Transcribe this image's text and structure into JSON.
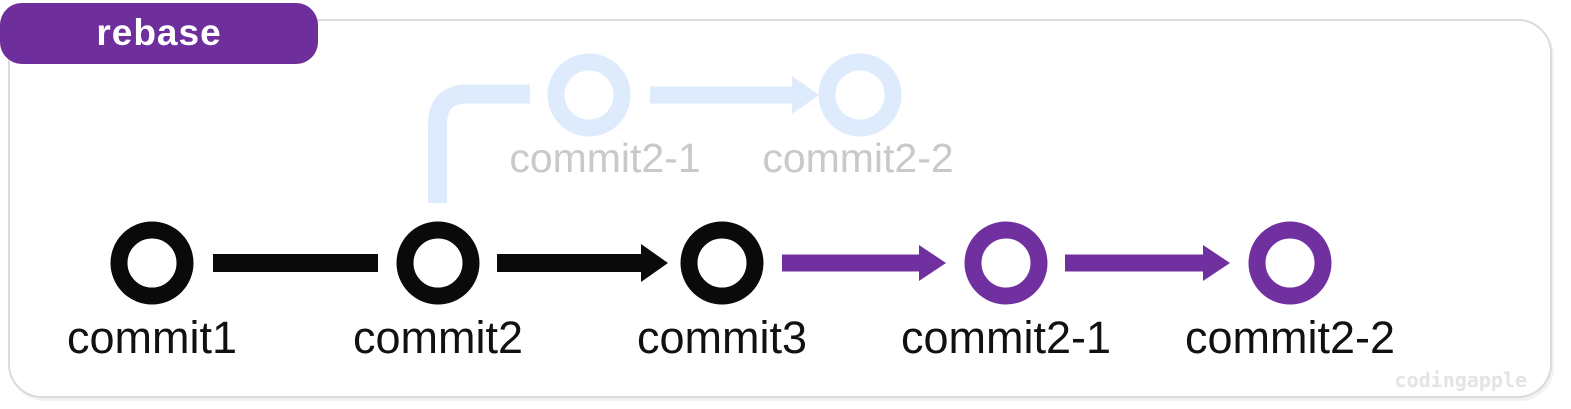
{
  "badge": {
    "label": "rebase"
  },
  "watermark": {
    "label": "codingapple"
  },
  "colors": {
    "badge_purple": "#6e2f9d",
    "graph_purple": "#7030a0",
    "graph_black": "#0a0a0a",
    "ghost_blue": "#ddebfc",
    "ghost_label_gray": "#c9c9c9",
    "label_black": "#111111",
    "card_border_gray": "#dadada",
    "watermark_gray": "#e4e4e4"
  },
  "diagram": {
    "type": "git-commit-graph",
    "main_branch": {
      "commits": [
        {
          "label": "commit1",
          "color": "black"
        },
        {
          "label": "commit2",
          "color": "black"
        },
        {
          "label": "commit3",
          "color": "black"
        },
        {
          "label": "commit2-1",
          "color": "purple"
        },
        {
          "label": "commit2-2",
          "color": "purple"
        }
      ]
    },
    "ghost_branch": {
      "commits": [
        {
          "label": "commit2-1"
        },
        {
          "label": "commit2-2"
        }
      ]
    }
  }
}
